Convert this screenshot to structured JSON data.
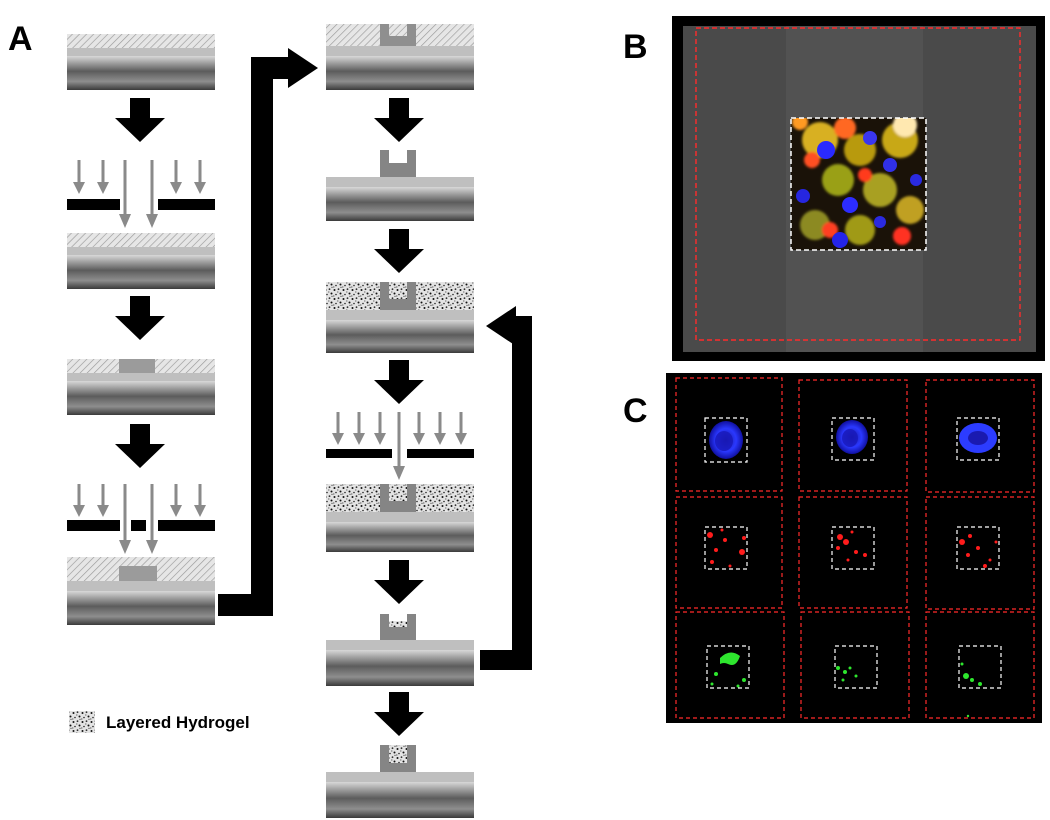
{
  "panels": {
    "a": {
      "letter": "A"
    },
    "b": {
      "letter": "B"
    },
    "c": {
      "letter": "C"
    }
  },
  "legend": {
    "label": "Layered Hydrogel"
  },
  "colors": {
    "substrate_dark": "#3a3a3a",
    "substrate_light": "#bdbdbd",
    "resist_layer": "#c4c4c4",
    "hydrogel": "#858585",
    "arrow_gray": "#8a8a8a",
    "mask": "#000000",
    "roi_box": "#ff2b2b",
    "cell_box": "#ffffff",
    "stain_blue": "#2434ff",
    "stain_red": "#ff1c1c",
    "stain_green": "#2ee62e"
  },
  "grid_c": {
    "rows": [
      "blue",
      "red",
      "green"
    ],
    "columns": 3
  }
}
